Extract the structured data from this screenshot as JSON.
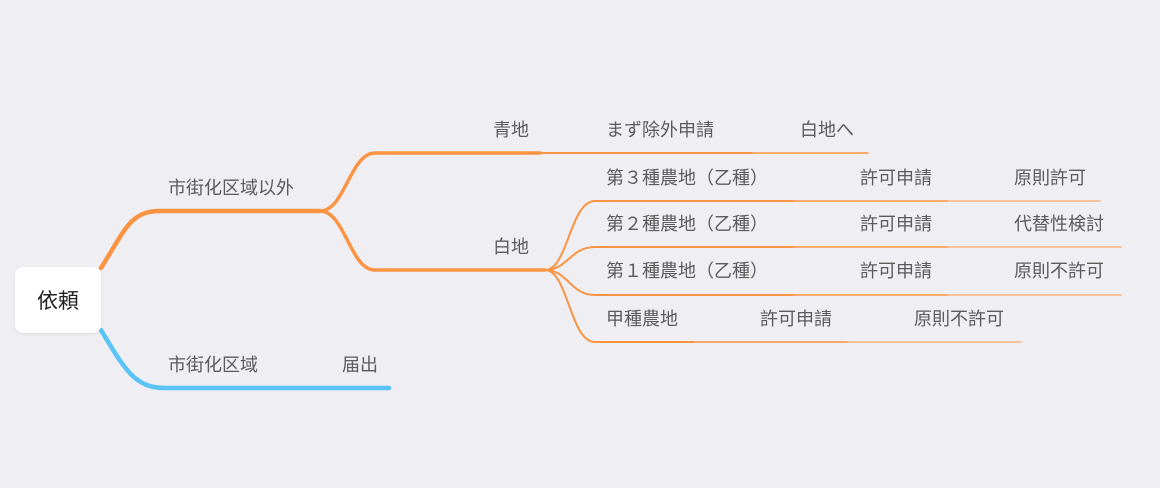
{
  "colors": {
    "background": "#efeef3",
    "orange_branch": "#fb9442",
    "blue_branch": "#5ac4f7",
    "text": "#5b5b5b"
  },
  "root": {
    "label": "依頼"
  },
  "outside": {
    "label": "市街化区域以外",
    "aochi": {
      "label": "青地",
      "step": "まず除外申請",
      "result": "白地へ"
    },
    "shirochi": {
      "label": "白地",
      "class3": {
        "label": "第３種農地（乙種）",
        "action": "許可申請",
        "result": "原則許可"
      },
      "class2": {
        "label": "第２種農地（乙種）",
        "action": "許可申請",
        "result": "代替性検討"
      },
      "class1": {
        "label": "第１種農地（乙種）",
        "action": "許可申請",
        "result": "原則不許可"
      },
      "koushu": {
        "label": "甲種農地",
        "action": "許可申請",
        "result": "原則不許可"
      }
    }
  },
  "urban": {
    "label": "市街化区域",
    "step": "届出"
  }
}
